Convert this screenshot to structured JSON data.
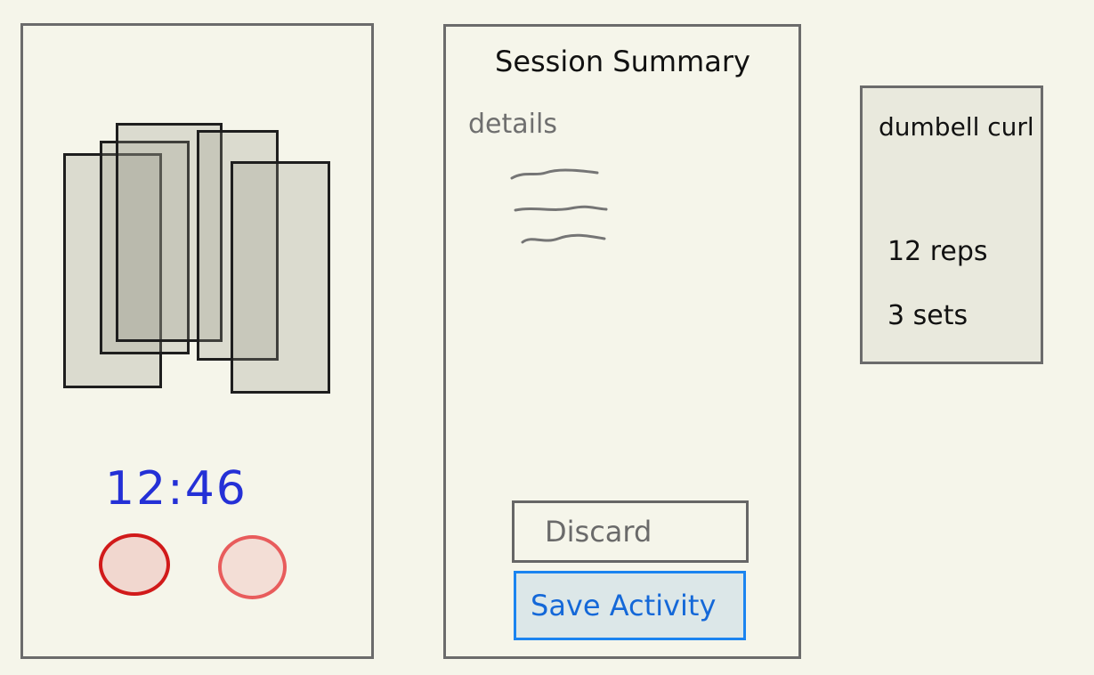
{
  "workout_screen": {
    "timer": "12:46",
    "stop_button": "stop",
    "pause_button": "pause"
  },
  "summary_screen": {
    "title": "Session Summary",
    "details_label": "details",
    "discard_label": "Discard",
    "save_label": "Save Activity"
  },
  "exercise_card": {
    "name": "dumbell curl",
    "reps": "12 reps",
    "sets": "3 sets"
  },
  "colors": {
    "timer": "#2430d6",
    "stop_button": "#d11a1a",
    "pause_button": "#e85c5c",
    "save_accent": "#1b84f0"
  }
}
